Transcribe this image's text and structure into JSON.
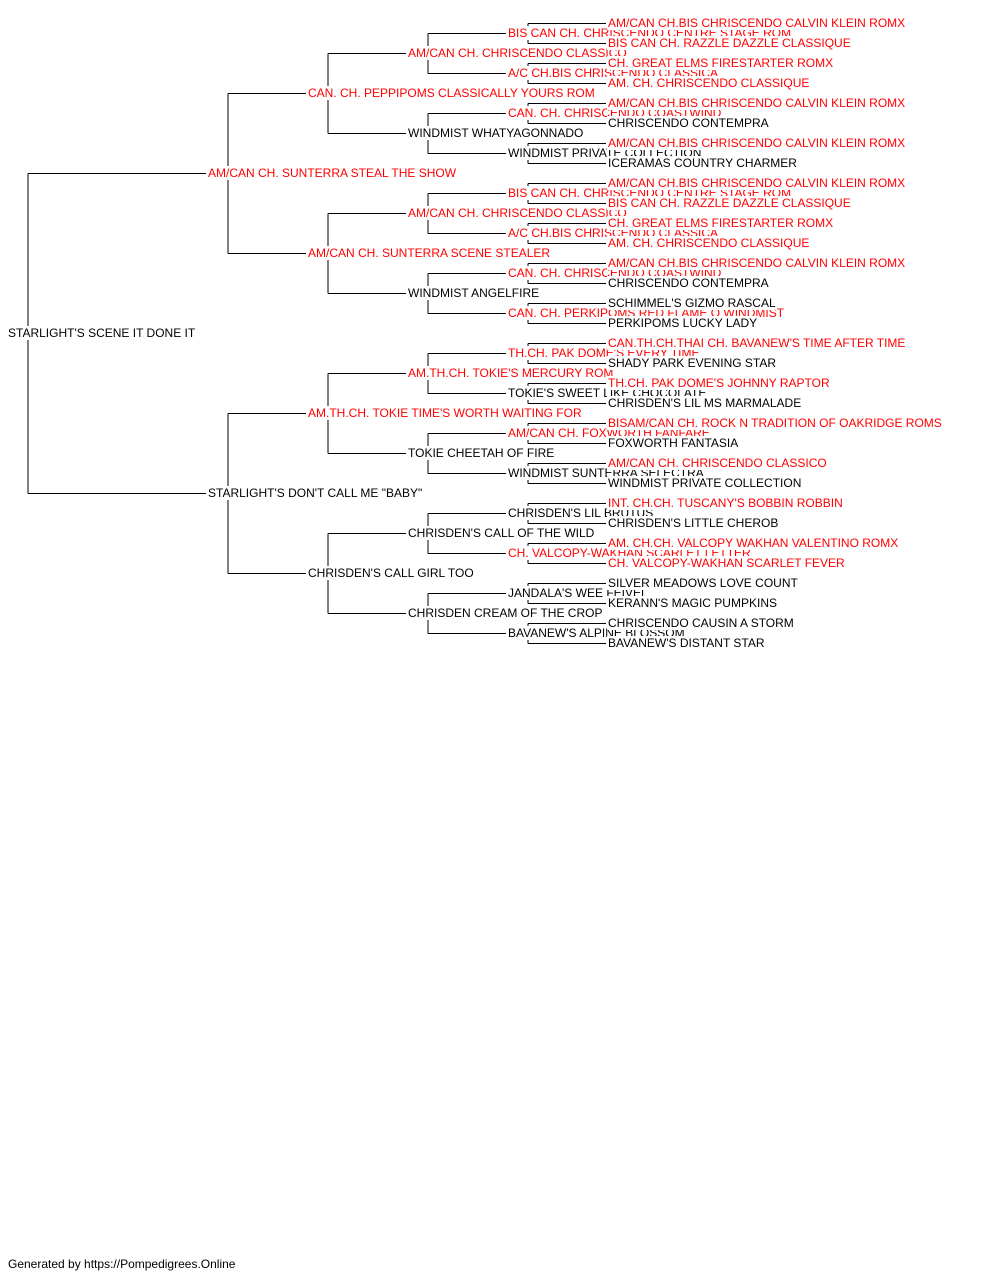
{
  "colors": {
    "champion": "#ff0000",
    "normal": "#000000",
    "line": "#000000"
  },
  "subject": {
    "name": "STARLIGHT'S SCENE IT DONE IT",
    "champion": false
  },
  "generations": [
    [
      {
        "name": "AM/CAN CH. SUNTERRA STEAL THE SHOW",
        "champion": true
      },
      {
        "name": "STARLIGHT'S DON'T CALL ME \"BABY\"",
        "champion": false
      }
    ],
    [
      {
        "name": "CAN. CH. PEPPIPOMS CLASSICALLY YOURS ROM",
        "champion": true
      },
      {
        "name": "AM/CAN CH. SUNTERRA SCENE STEALER",
        "champion": true
      },
      {
        "name": "AM.TH.CH. TOKIE TIME'S WORTH WAITING FOR",
        "champion": true
      },
      {
        "name": "CHRISDEN'S CALL GIRL TOO",
        "champion": false
      }
    ],
    [
      {
        "name": "AM/CAN CH. CHRISCENDO CLASSICO",
        "champion": true
      },
      {
        "name": "WINDMIST WHATYAGONNADO",
        "champion": false
      },
      {
        "name": "AM/CAN CH. CHRISCENDO CLASSICO",
        "champion": true
      },
      {
        "name": "WINDMIST ANGELFIRE",
        "champion": false
      },
      {
        "name": "AM.TH.CH. TOKIE'S MERCURY ROM",
        "champion": true
      },
      {
        "name": "TOKIE CHEETAH OF FIRE",
        "champion": false
      },
      {
        "name": "CHRISDEN'S CALL OF THE WILD",
        "champion": false
      },
      {
        "name": "CHRISDEN CREAM OF THE CROP",
        "champion": false
      }
    ],
    [
      {
        "name": "BIS CAN CH. CHRISCENDO CENTRE STAGE ROM",
        "champion": true
      },
      {
        "name": "A/C CH.BIS CHRISCENDO CLASSICA",
        "champion": true
      },
      {
        "name": "CAN. CH. CHRISCENDO COASTWIND",
        "champion": true
      },
      {
        "name": "WINDMIST PRIVATE COLLECTION",
        "champion": false
      },
      {
        "name": "BIS CAN CH. CHRISCENDO CENTRE STAGE ROM",
        "champion": true
      },
      {
        "name": "A/C CH.BIS CHRISCENDO CLASSICA",
        "champion": true
      },
      {
        "name": "CAN. CH. CHRISCENDO COASTWIND",
        "champion": true
      },
      {
        "name": "CAN. CH. PERKIPOMS RED FLAME O WINDMIST",
        "champion": true
      },
      {
        "name": "TH.CH. PAK DOME'S EVERY TIME",
        "champion": true
      },
      {
        "name": "TOKIE'S SWEET LIKE CHOCOLATE",
        "champion": false
      },
      {
        "name": "AM/CAN CH. FOXWORTH FANFARE",
        "champion": true
      },
      {
        "name": "WINDMIST SUNTERRA SELECTRA",
        "champion": false
      },
      {
        "name": "CHRISDEN'S LIL BRUTUS",
        "champion": false
      },
      {
        "name": "CH. VALCOPY-WAKHAN SCARLET LETTER",
        "champion": true
      },
      {
        "name": "JANDALA'S WEE FEIVEL",
        "champion": false
      },
      {
        "name": "BAVANEW'S ALPINE BLOSSOM",
        "champion": false
      }
    ],
    [
      {
        "name": "AM/CAN CH.BIS CHRISCENDO CALVIN KLEIN ROMX",
        "champion": true
      },
      {
        "name": "BIS CAN CH. RAZZLE DAZZLE CLASSIQUE",
        "champion": true
      },
      {
        "name": "CH. GREAT ELMS FIRESTARTER ROMX",
        "champion": true
      },
      {
        "name": "AM. CH. CHRISCENDO CLASSIQUE",
        "champion": true
      },
      {
        "name": "AM/CAN CH.BIS CHRISCENDO CALVIN KLEIN ROMX",
        "champion": true
      },
      {
        "name": "CHRISCENDO CONTEMPRA",
        "champion": false
      },
      {
        "name": "AM/CAN CH.BIS CHRISCENDO CALVIN KLEIN ROMX",
        "champion": true
      },
      {
        "name": "ICERAMAS COUNTRY CHARMER",
        "champion": false
      },
      {
        "name": "AM/CAN CH.BIS CHRISCENDO CALVIN KLEIN ROMX",
        "champion": true
      },
      {
        "name": "BIS CAN CH. RAZZLE DAZZLE CLASSIQUE",
        "champion": true
      },
      {
        "name": "CH. GREAT ELMS FIRESTARTER ROMX",
        "champion": true
      },
      {
        "name": "AM. CH. CHRISCENDO CLASSIQUE",
        "champion": true
      },
      {
        "name": "AM/CAN CH.BIS CHRISCENDO CALVIN KLEIN ROMX",
        "champion": true
      },
      {
        "name": "CHRISCENDO CONTEMPRA",
        "champion": false
      },
      {
        "name": "SCHIMMEL'S GIZMO RASCAL",
        "champion": false
      },
      {
        "name": "PERKIPOMS LUCKY LADY",
        "champion": false
      },
      {
        "name": "CAN.TH.CH.THAI CH. BAVANEW'S TIME AFTER TIME",
        "champion": true
      },
      {
        "name": "SHADY PARK EVENING STAR",
        "champion": false
      },
      {
        "name": "TH.CH. PAK DOME'S JOHNNY RAPTOR",
        "champion": true
      },
      {
        "name": "CHRISDEN'S LIL MS MARMALADE",
        "champion": false
      },
      {
        "name": "BISAM/CAN CH. ROCK N TRADITION OF OAKRIDGE ROMS",
        "champion": true
      },
      {
        "name": "FOXWORTH FANTASIA",
        "champion": false
      },
      {
        "name": "AM/CAN CH. CHRISCENDO CLASSICO",
        "champion": true
      },
      {
        "name": "WINDMIST PRIVATE COLLECTION",
        "champion": false
      },
      {
        "name": "INT. CH.CH. TUSCANY'S BOBBIN ROBBIN",
        "champion": true
      },
      {
        "name": "CHRISDEN'S LITTLE CHEROB",
        "champion": false
      },
      {
        "name": "AM. CH.CH. VALCOPY WAKHAN VALENTINO ROMX",
        "champion": true
      },
      {
        "name": "CH. VALCOPY-WAKHAN SCARLET FEVER",
        "champion": true
      },
      {
        "name": "SILVER MEADOWS LOVE COUNT",
        "champion": false
      },
      {
        "name": "KERANN'S MAGIC PUMPKINS",
        "champion": false
      },
      {
        "name": "CHRISCENDO CAUSIN A STORM",
        "champion": false
      },
      {
        "name": "BAVANEW'S DISTANT STAR",
        "champion": false
      }
    ]
  ],
  "footer": "Generated by https://Pompedigrees.Online"
}
